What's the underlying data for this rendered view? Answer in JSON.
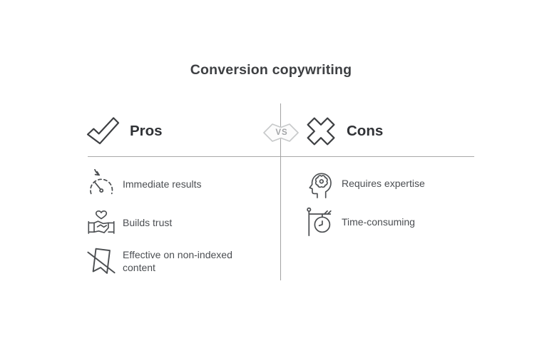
{
  "title": "Conversion copywriting",
  "vs_badge": {
    "label": "VS"
  },
  "pros": {
    "heading": "Pros",
    "icon": "check-icon",
    "items": [
      {
        "icon": "speedometer-arrow-icon",
        "label": "Immediate results"
      },
      {
        "icon": "handshake-heart-icon",
        "label": "Builds trust"
      },
      {
        "icon": "bookmark-slash-icon",
        "label": "Effective on non-indexed content"
      }
    ]
  },
  "cons": {
    "heading": "Cons",
    "icon": "cross-icon",
    "items": [
      {
        "icon": "head-gear-icon",
        "label": "Requires expertise"
      },
      {
        "icon": "hanging-clock-icon",
        "label": "Time-consuming"
      }
    ]
  },
  "colors": {
    "background": "#ffffff",
    "title_text": "#3e4043",
    "heading_text": "#303236",
    "item_text": "#4b4e52",
    "header_icon_stroke": "#3d3f42",
    "item_icon_stroke": "#4c4f52",
    "divider": "#a9a9a9",
    "vs_border": "#c7c9ca",
    "vs_fill": "#fcfcfc",
    "vs_text": "#a3a5a7"
  }
}
